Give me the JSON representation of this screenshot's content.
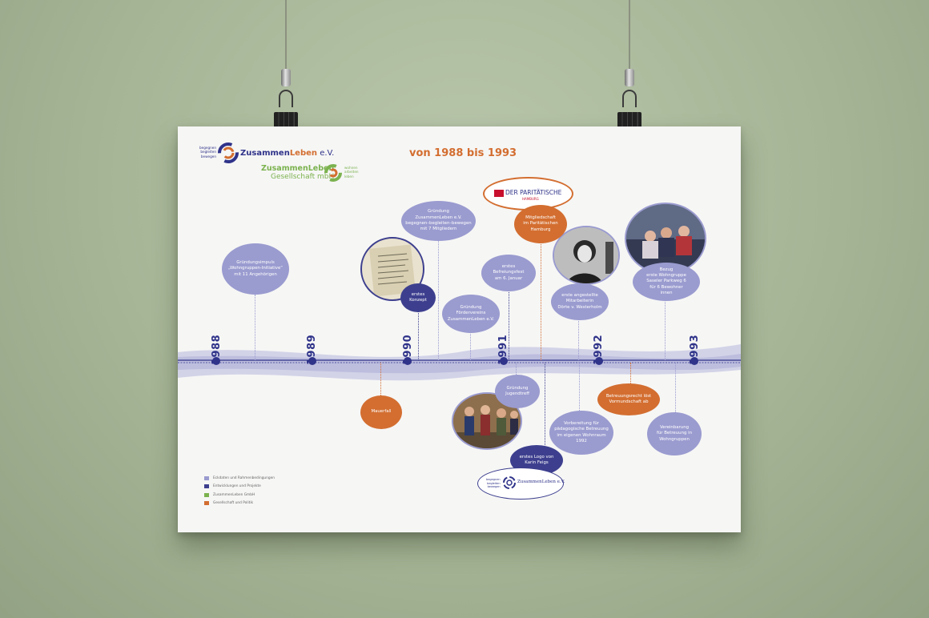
{
  "header": {
    "title": "von 1988 bis 1993",
    "logo1": {
      "name_part1": "Zusammen",
      "name_part2": "Leben",
      "name_part3": " e.V.",
      "tagline": "begegnen\nbegleiten\nbewegen"
    },
    "logo2": {
      "line1": "ZusammenLeben",
      "line2": "Gesellschaft mbH",
      "tagline": "wohnen\narbeiten\nleben"
    },
    "paritaetische": {
      "name": "DER PARITÄTISCHE",
      "sub": "HAMBURG"
    }
  },
  "years": [
    "1988",
    "1989",
    "1990",
    "1991",
    "1992",
    "1993"
  ],
  "events": {
    "gruendungsimpuls": "Gründungsimpuls\n„Wohngruppen-Initiative“\nmit 11 Angehörigen",
    "gruendung_verein": "Gründung\nZusammenLeben e.V.\nbegegnen–begleiten–bewegen\nmit 7 Mitgliedern",
    "erstes_konzept": "erstes\nKonzept",
    "gruendung_foerderverein": "Gründung\nFördervereins\nZusammenLeben e.V.",
    "erstes_befreiungsfest": "erstes\nBefreiungsfest\nam 6. Januar",
    "mitgliedschaft": "Mitgliedschaft\nim Paritätischen\nHamburg",
    "erste_mitarbeiterin": "erste angestellte\nMitarbeiterin\nDörte v. Westerholm",
    "bezug_wohngruppe": "Bezug\nerste Wohngruppe\nSaseler Parkweg 6\nfür 6 Bewohner\ninnen",
    "mauerfall": "Mauerfall",
    "gruendung_jugendtreff": "Gründung\nJugendtreff",
    "erstes_logo": "erstes Logo von\nKarin Feigs",
    "vorbereitung_betreuung": "Vorbereitung für\npädagogische Betreuung\nim eigenen Wohnraum\n1992",
    "betreuungsrecht": "Betreuungsrecht löst\nVormundschaft ab",
    "vereinbarung": "Vereinbarung\nfür Betreuung in\nWohngruppen"
  },
  "old_logo": {
    "name": "ZusammenLeben e.V.",
    "tagline": "begegnen\nbegleiten\nbewegen"
  },
  "legend": [
    {
      "label": "Eckdaten und Rahmenbedingungen",
      "color": "#9a9bcf"
    },
    {
      "label": "Entwicklungen und Projekte",
      "color": "#3d3f8e"
    },
    {
      "label": "ZusammenLeben GmbH",
      "color": "#7bb24e"
    },
    {
      "label": "Gesellschaft und Politik",
      "color": "#d36e30"
    }
  ],
  "colors": {
    "lilac": "#9a9bcf",
    "navy": "#3d3f8e",
    "orange": "#d36e30",
    "green": "#7bb24e"
  }
}
